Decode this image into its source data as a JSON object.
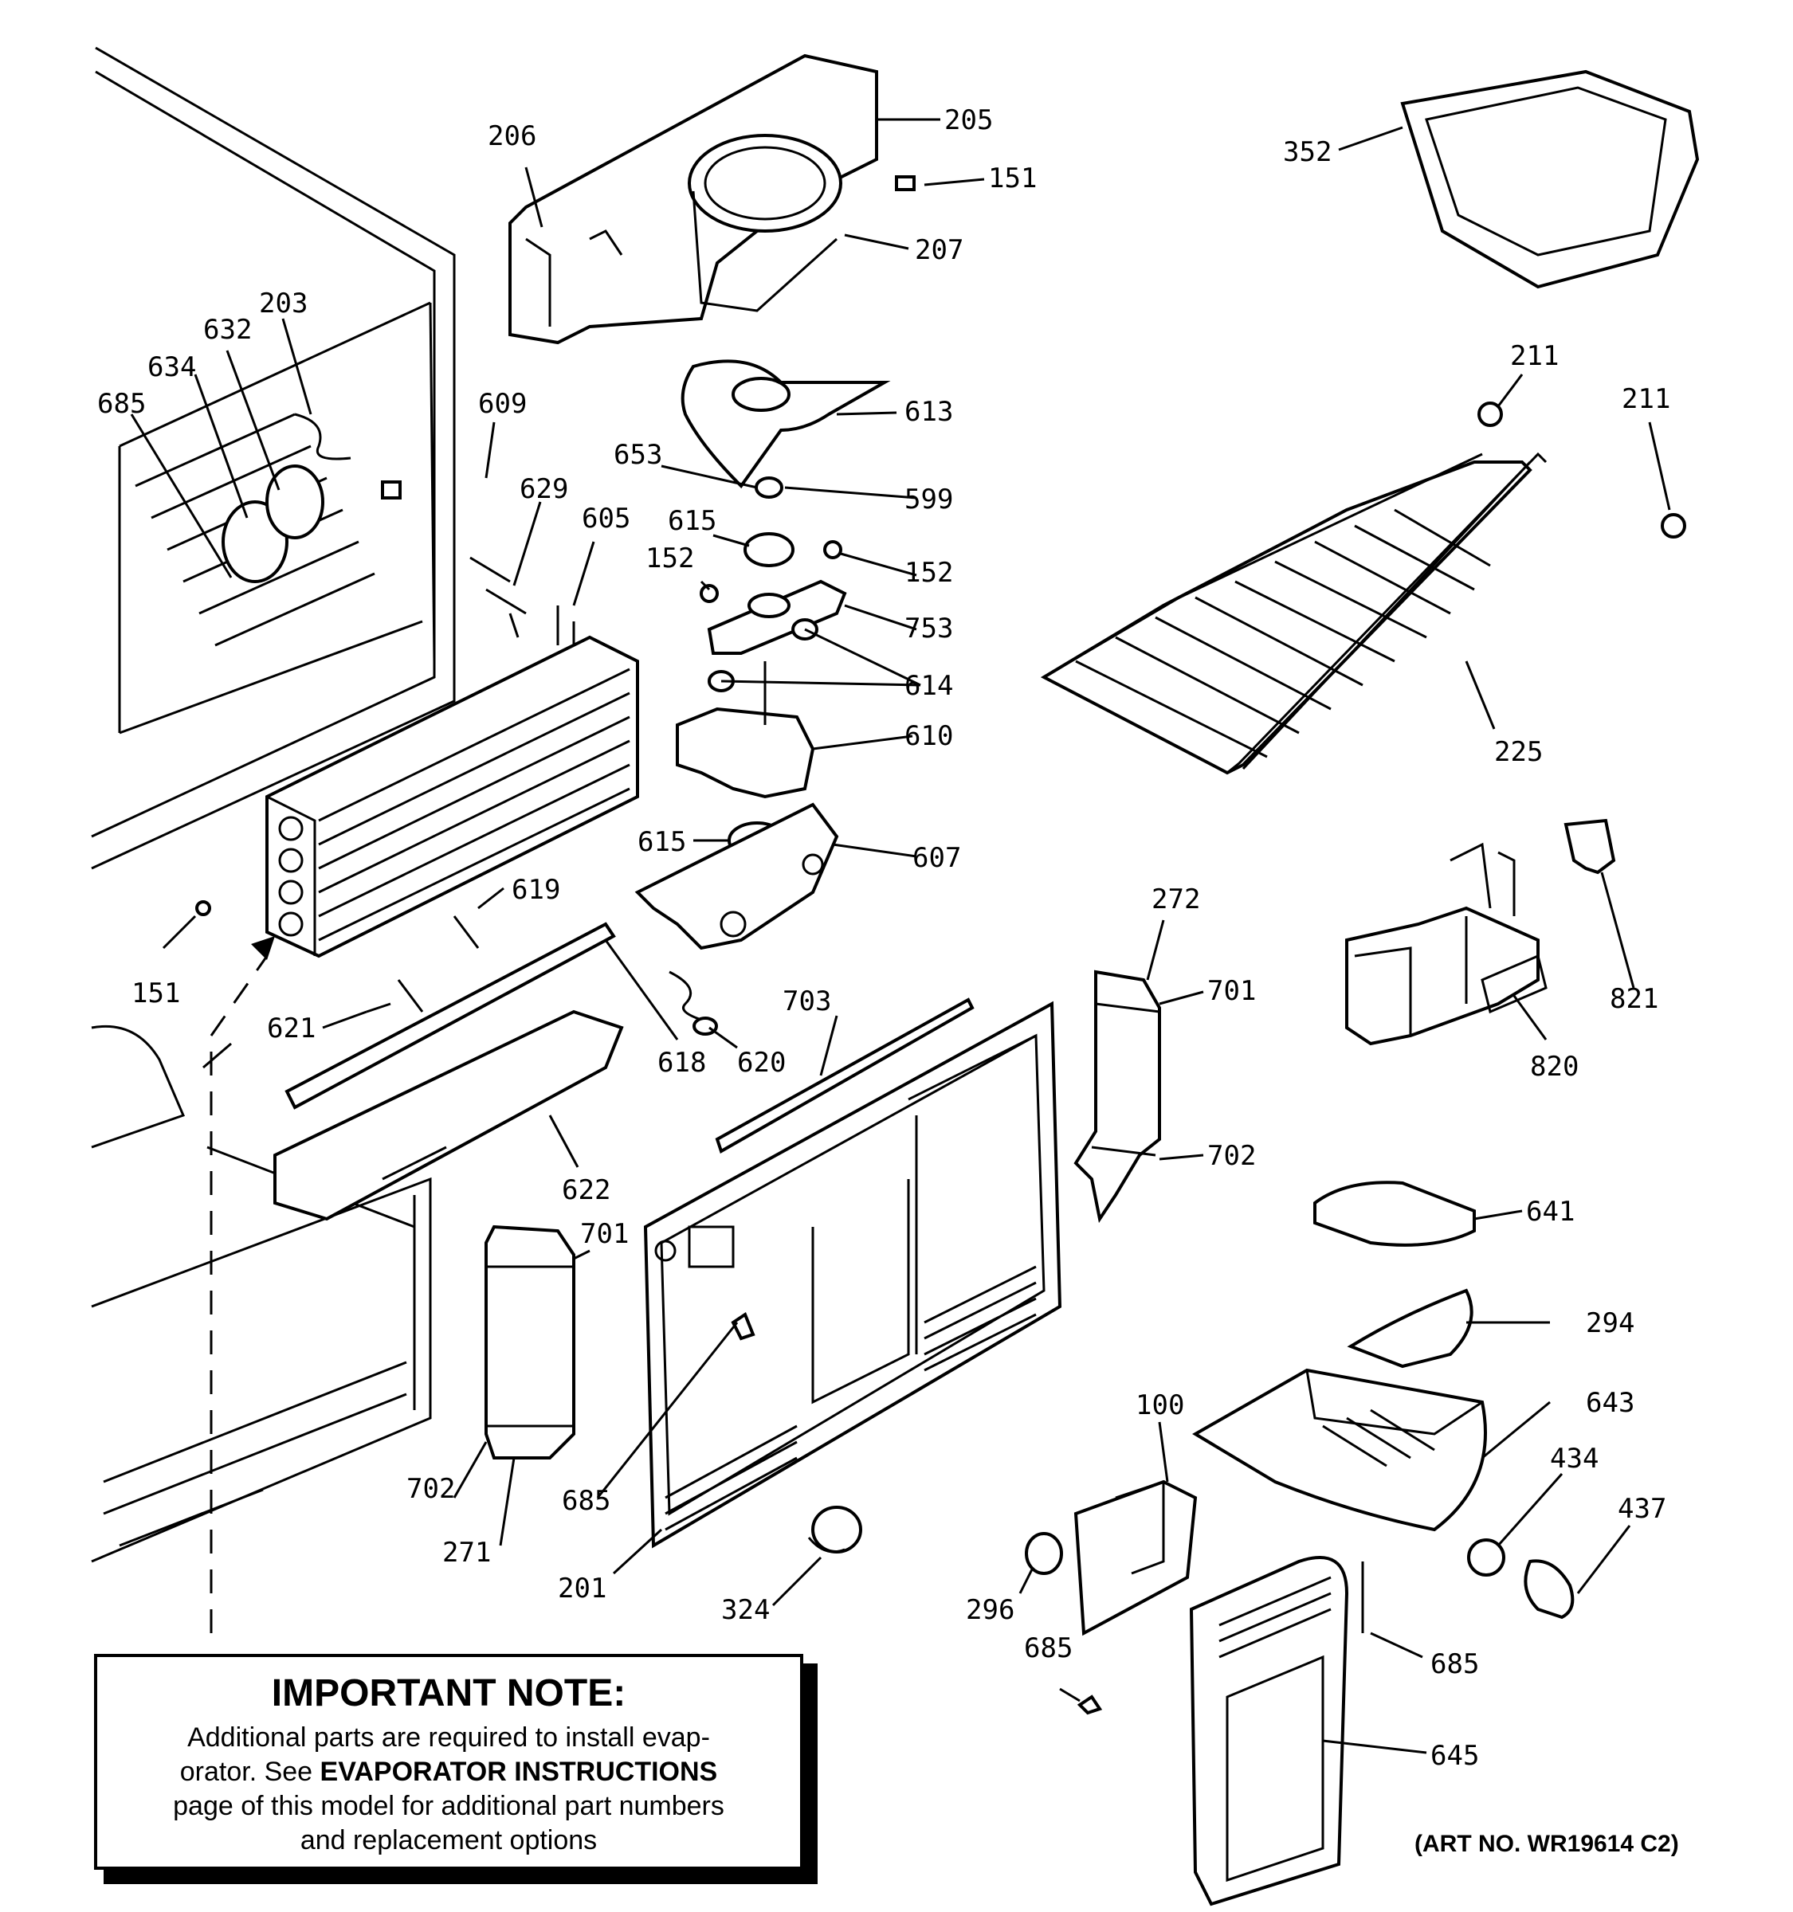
{
  "labels": {
    "l205": "205",
    "l206": "206",
    "l151a": "151",
    "l207": "207",
    "l352": "352",
    "l203": "203",
    "l632": "632",
    "l634": "634",
    "l685a": "685",
    "l609": "609",
    "l613": "613",
    "l211a": "211",
    "l211b": "211",
    "l653": "653",
    "l599": "599",
    "l629": "629",
    "l605": "605",
    "l615a": "615",
    "l152a": "152",
    "l152b": "152",
    "l753": "753",
    "l614": "614",
    "l610": "610",
    "l225": "225",
    "l615b": "615",
    "l607": "607",
    "l619": "619",
    "l151b": "151",
    "l272": "272",
    "l701a": "701",
    "l821": "821",
    "l621": "621",
    "l618": "618",
    "l620": "620",
    "l703": "703",
    "l820": "820",
    "l622": "622",
    "l702a": "702",
    "l641": "641",
    "l701b": "701",
    "l294": "294",
    "l643": "643",
    "l100": "100",
    "l434": "434",
    "l437": "437",
    "l702b": "702",
    "l685b": "685",
    "l271": "271",
    "l201": "201",
    "l296": "296",
    "l324": "324",
    "l685c": "685",
    "l685d": "685",
    "l645": "645"
  },
  "note": {
    "title": "IMPORTANT NOTE:",
    "line1": "Additional parts are required to install evap-",
    "line2_pre": "orator.  See ",
    "line2_bold": "EVAPORATOR INSTRUCTIONS",
    "line3": "page of this model for additional part numbers",
    "line4": "and replacement options"
  },
  "art_no": "(ART NO. WR19614 C2)"
}
